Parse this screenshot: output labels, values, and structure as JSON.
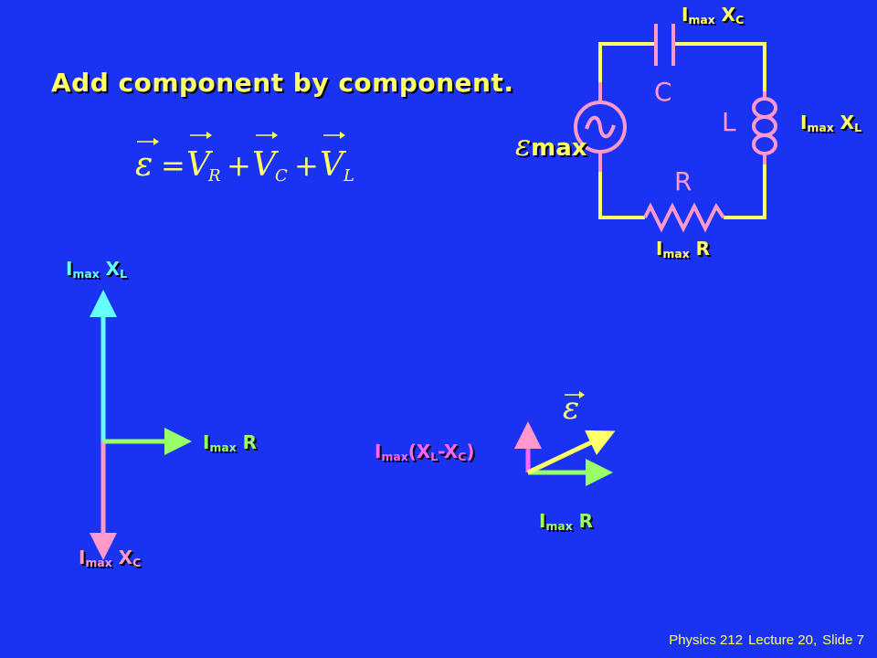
{
  "slide": {
    "title": "Add component by component.",
    "footer": {
      "course": "Physics 212",
      "lecture": "Lecture 20,",
      "slide": "Slide 7"
    }
  },
  "equation": {
    "lhs": "ε",
    "equals": "=",
    "terms": [
      {
        "var": "V",
        "sub": "R"
      },
      {
        "var": "V",
        "sub": "C"
      },
      {
        "var": "V",
        "sub": "L"
      }
    ],
    "plus": "+"
  },
  "circuit": {
    "emf_symbol": "ε",
    "emf_sub": "max",
    "capacitor_letter": "C",
    "inductor_letter": "L",
    "resistor_letter": "R",
    "voltage_labels": {
      "capacitor": {
        "main": "I",
        "sub1": "max",
        "mid": " X",
        "sub2": "C"
      },
      "inductor": {
        "main": "I",
        "sub1": "max",
        "mid": " X",
        "sub2": "L"
      },
      "resistor": {
        "main": "I",
        "sub1": "max",
        "mid": " R"
      }
    },
    "colors": {
      "wire": "#ffff66",
      "components": "#ff99cc",
      "source": "#ff99cc"
    }
  },
  "left_phasors": {
    "up": {
      "main": "I",
      "sub1": "max",
      "mid": " X",
      "sub2": "L",
      "color": "#66ffff"
    },
    "right": {
      "main": "I",
      "sub1": "max",
      "mid": " R",
      "color": "#99ff66"
    },
    "down": {
      "main": "I",
      "sub1": "max",
      "mid": " X",
      "sub2": "C",
      "color": "#ff99cc"
    }
  },
  "resultant_phasors": {
    "emf_symbol": "ε",
    "vertical": {
      "main": "I",
      "sub1": "max",
      "mid": "(X",
      "sub2": "L",
      "mid2": "-X",
      "sub3": "C",
      "end": ")",
      "color": "#ff66ff"
    },
    "horizontal": {
      "main": "I",
      "sub1": "max",
      "mid": " R",
      "color": "#99ff66"
    },
    "resultant_color": "#ffff66"
  }
}
